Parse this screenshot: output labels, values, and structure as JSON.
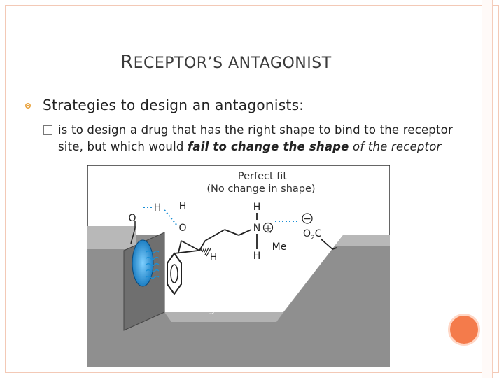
{
  "slide": {
    "title_cap_r": "R",
    "title_rest_1": "ECEPTOR",
    "title_apos": "’",
    "title_rest_2": "S ANTAGONIST"
  },
  "bullets": {
    "level1": "Strategies to design an antagonists:",
    "level2_part1": "is to design a drug that has the right shape to bind to the receptor site, but which would ",
    "level2_emph": "fail to change the shape",
    "level2_part2": " of the receptor"
  },
  "diagram": {
    "caption_line1": "Perfect fit",
    "caption_line2": "(No change in shape)",
    "binding_site_label": "Binding site",
    "labels": {
      "o_left": "O",
      "h_left": "H",
      "h_top_left": "H",
      "o_mid": "O",
      "h_bottom_left": "H",
      "h_top_right": "H",
      "n": "N",
      "plus": "+",
      "h_bottom_right": "H",
      "me": "Me",
      "minus": "−",
      "o2c": "O",
      "o2c_sub": "2",
      "o2c_c": "C"
    }
  },
  "colors": {
    "title": "#3b3b3b",
    "accent_orange": "#f47b4b",
    "frame": "#f3c9b6",
    "site_gray": "#8a8a8a",
    "bond_blue": "#1a8fd6"
  }
}
